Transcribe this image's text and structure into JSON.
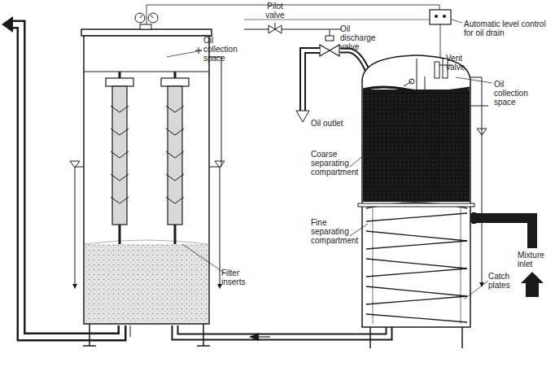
{
  "diagram": {
    "labels": [
      "Pilot valve",
      "Automatic level control for oil drain",
      "Oil collection space",
      "Oil discharge valve",
      "Vent valve",
      "Oil collection space",
      "Oil outlet",
      "Coarse separating compartment",
      "Fine separating compartment",
      "Filter inserts",
      "Mixture inlet",
      "Catch plates"
    ]
  }
}
